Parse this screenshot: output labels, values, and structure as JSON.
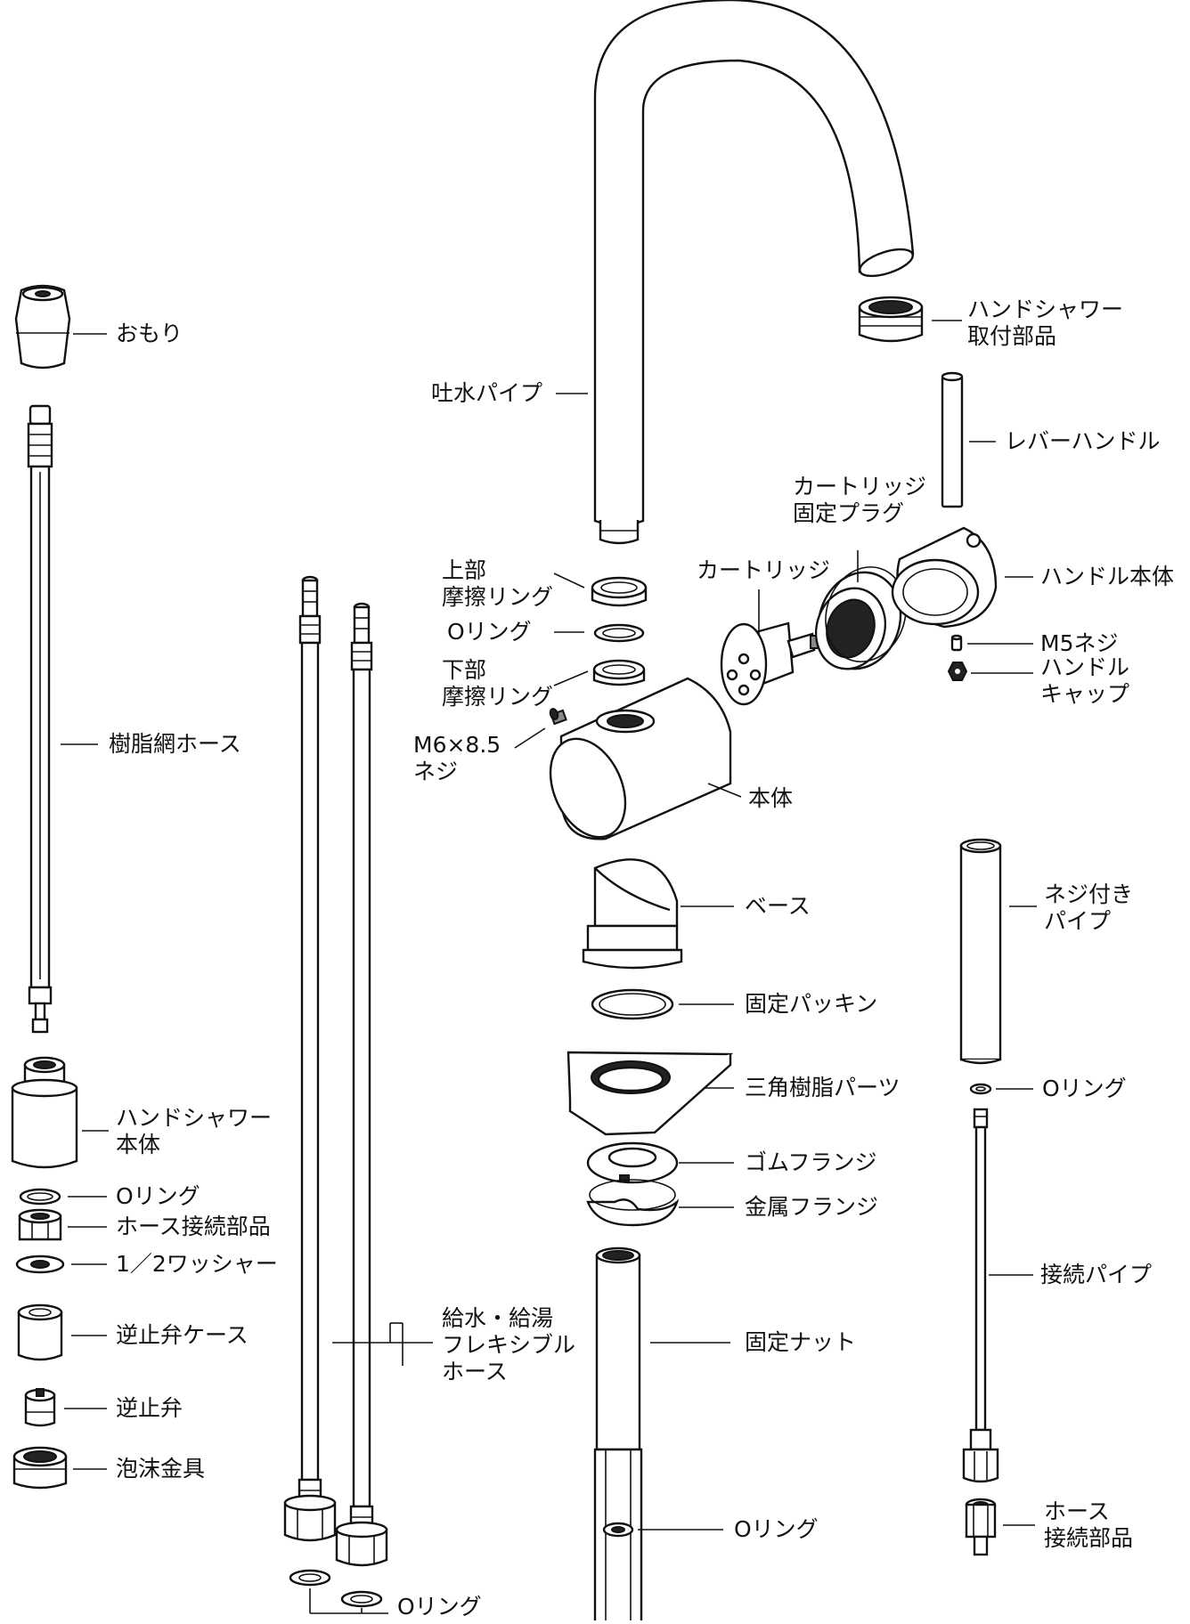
{
  "labels": {
    "weight": "おもり",
    "resin_mesh_hose": "樹脂網ホース",
    "hand_shower_body_1": "ハンドシャワー",
    "hand_shower_body_2": "本体",
    "o_ring_left": "Oリング",
    "hose_connector_left": "ホース接続部品",
    "washer_half_inch": "1／2ワッシャー",
    "check_valve_case": "逆止弁ケース",
    "check_valve": "逆止弁",
    "aerator": "泡沫金具",
    "supply_hose_1": "給水・給湯",
    "supply_hose_2": "フレキシブル",
    "supply_hose_3": "ホース",
    "o_ring_bottom_left": "Oリング",
    "spout_pipe": "吐水パイプ",
    "upper_friction_ring_1": "上部",
    "upper_friction_ring_2": "摩擦リング",
    "o_ring_center": "Oリング",
    "lower_friction_ring_1": "下部",
    "lower_friction_ring_2": "摩擦リング",
    "screw_m6_1": "M6×8.5",
    "screw_m6_2": "ネジ",
    "body": "本体",
    "cartridge": "カートリッジ",
    "cartridge_plug_1": "カートリッジ",
    "cartridge_plug_2": "固定プラグ",
    "base": "ベース",
    "fixing_packing": "固定パッキン",
    "triangle_resin_part": "三角樹脂パーツ",
    "rubber_flange": "ゴムフランジ",
    "metal_flange": "金属フランジ",
    "fixing_nut": "固定ナット",
    "o_ring_bottom_center": "Oリング",
    "hand_shower_mount_1": "ハンドシャワー",
    "hand_shower_mount_2": "取付部品",
    "lever_handle": "レバーハンドル",
    "handle_body": "ハンドル本体",
    "screw_m5": "M5ネジ",
    "handle_cap_1": "ハンドル",
    "handle_cap_2": "キャップ",
    "threaded_pipe_1": "ネジ付き",
    "threaded_pipe_2": "パイプ",
    "o_ring_right": "Oリング",
    "connection_pipe": "接続パイプ",
    "hose_connector_right_1": "ホース",
    "hose_connector_right_2": "接続部品"
  }
}
